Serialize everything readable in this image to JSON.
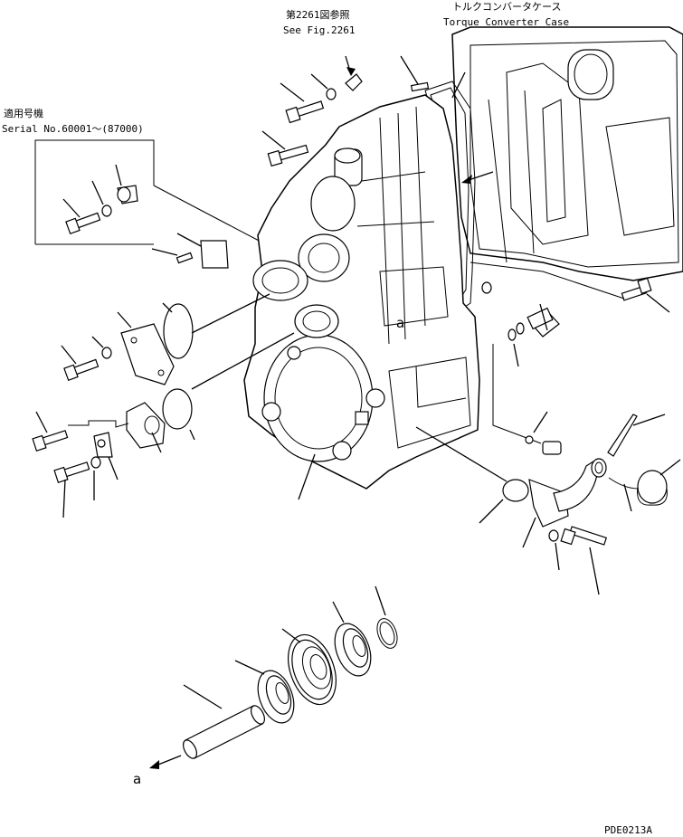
{
  "labels": {
    "fig_ref_jp": "第2261図参照",
    "fig_ref_en": "See Fig.2261",
    "tc_case_jp": "トルクコンバータケース",
    "tc_case_en": "Torque Converter Case",
    "serial_jp": "適用号機",
    "serial_en": "Serial No.60001～(87000)",
    "view_a_top": "a",
    "view_a_bottom": "a",
    "drawing_code": "PDE0213A"
  }
}
